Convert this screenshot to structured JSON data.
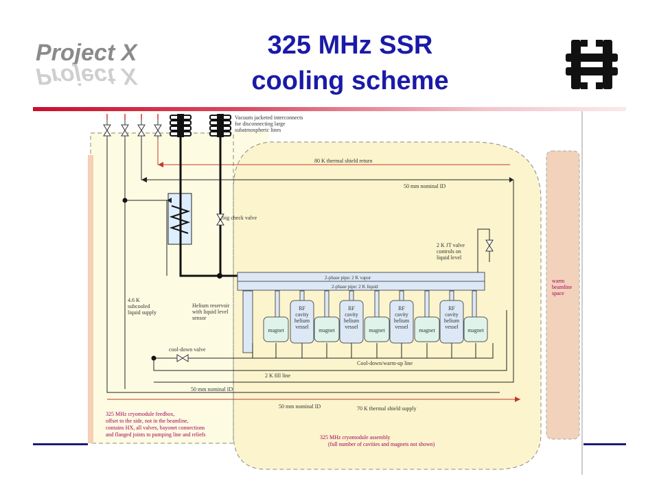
{
  "header": {
    "logo_text": "Project X",
    "title_line1": "325 MHz SSR",
    "title_line2": "cooling scheme"
  },
  "labels": {
    "vacuum_interconnects": [
      "Vacuum jacketed interconnects",
      "for disconnecting large",
      "subatmospheric lines"
    ],
    "shield_return": "80 K thermal shield return",
    "nominal_id_top": "50 mm nominal ID",
    "big_check_valve": "big check valve",
    "jt_valve": [
      "2 K JT valve",
      "controls on",
      "liquid level"
    ],
    "two_phase_vapor": "2-phase pipe: 2 K vapor",
    "two_phase_liquid": "2-phase pipe: 2 K liquid",
    "supply_46k": [
      "4.6 K",
      "subcooled",
      "liquid supply"
    ],
    "helium_reservoir": [
      "Helium reservoir",
      "with liquid level",
      "sensor"
    ],
    "cooldown_valve": "cool-down valve",
    "cooldown_line": "Cool-down/warm-up line",
    "fill_line_2k": "2 K fill line",
    "nominal_id_low": "50 mm nominal ID",
    "nominal_id_bottom": "50 mm nominal ID",
    "shield_supply": "70 K thermal shield supply",
    "warm_beamline": [
      "warm",
      "beamline",
      "space"
    ],
    "feedbox": [
      "325 MHz cryomodule feedbox,",
      "offset to the side, not in the beamline,",
      "contains HX, all valves, bayonet connections",
      "and flanged joints to pumping line and reliefs"
    ],
    "assembly": [
      "325 MHz cryomodule assembly",
      "(full number of cavities and magnets not shown)"
    ]
  },
  "components": {
    "magnet": "magnet",
    "rf_vessel": [
      "RF",
      "cavity",
      "helium",
      "vessel"
    ]
  }
}
